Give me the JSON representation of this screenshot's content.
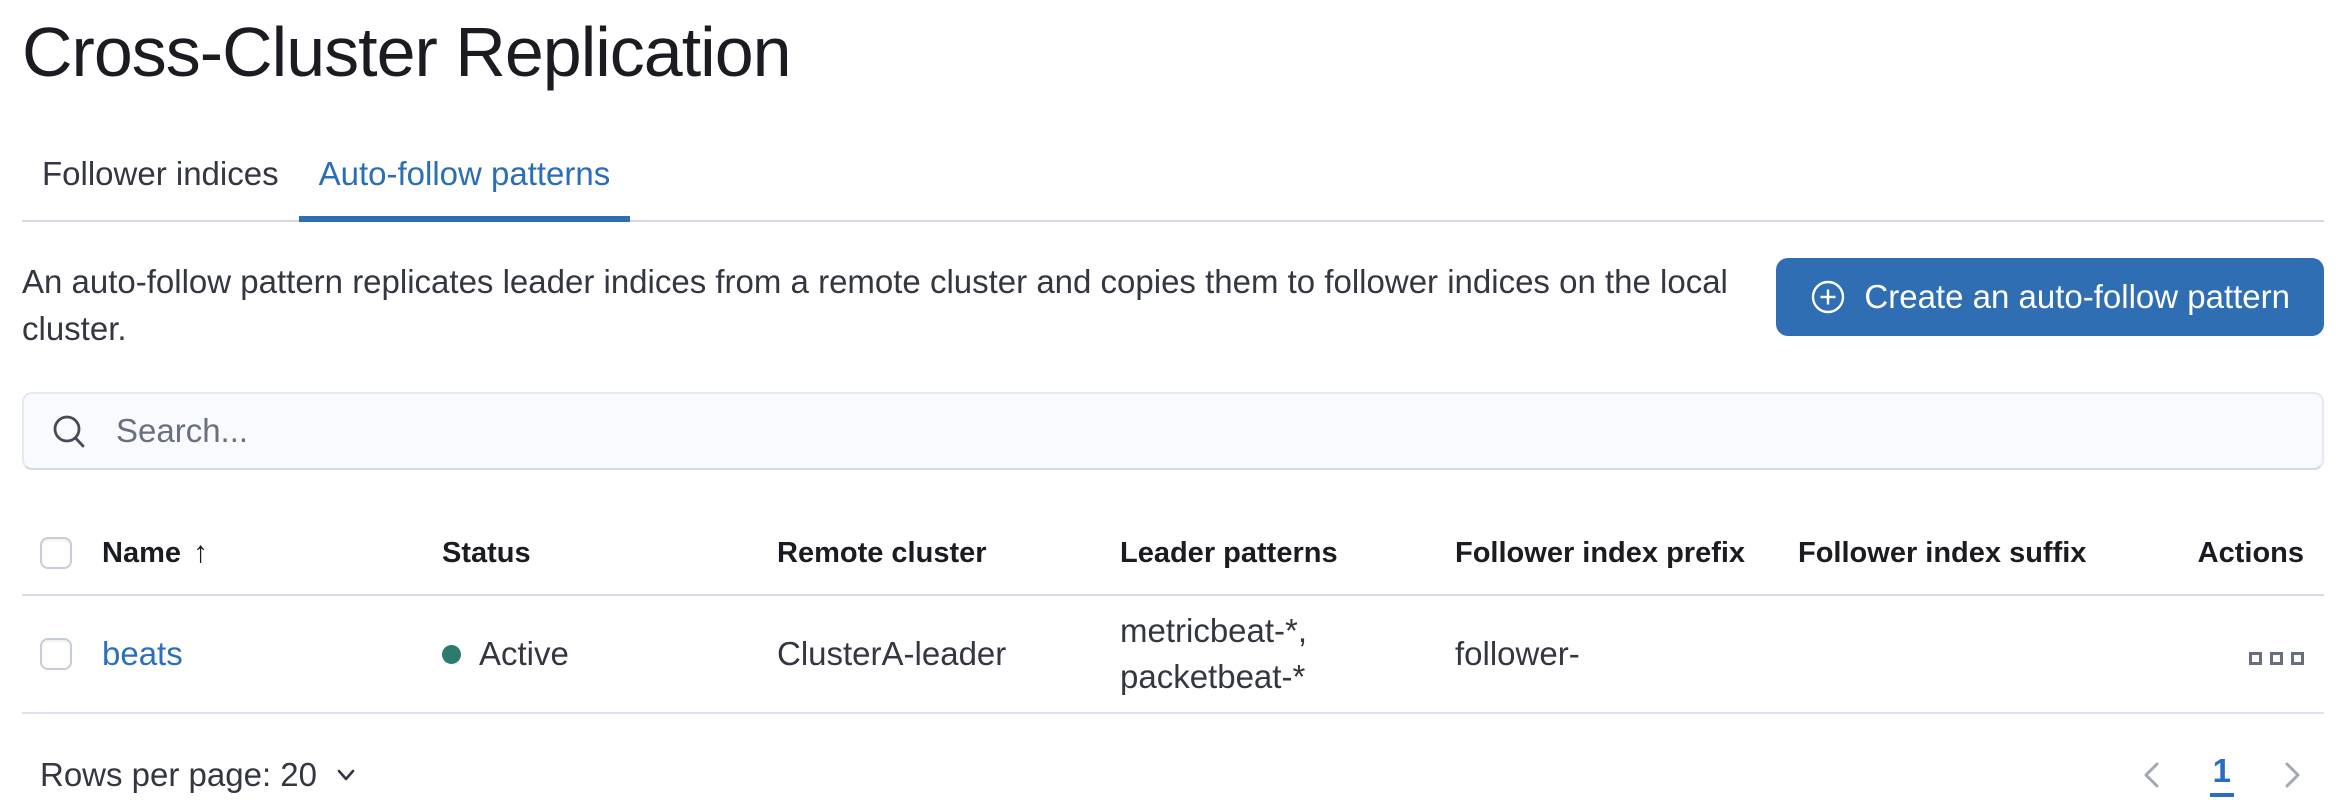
{
  "page": {
    "title": "Cross-Cluster Replication"
  },
  "tabs": [
    {
      "label": "Follower indices",
      "active": false
    },
    {
      "label": "Auto-follow patterns",
      "active": true
    }
  ],
  "header": {
    "description": "An auto-follow pattern replicates leader indices from a remote cluster and copies them to follower indices on the local cluster.",
    "create_button": {
      "label": "Create an auto-follow pattern",
      "icon": "plus-in-circle-icon"
    }
  },
  "search": {
    "placeholder": "Search...",
    "value": "",
    "icon": "search-icon"
  },
  "table": {
    "columns": [
      "Name",
      "Status",
      "Remote cluster",
      "Leader patterns",
      "Follower index prefix",
      "Follower index suffix",
      "Actions"
    ],
    "sort": {
      "column": "Name",
      "direction": "ascending",
      "arrow": "↑"
    },
    "rows": [
      {
        "name": "beats",
        "status": "Active",
        "remote_cluster": "ClusterA-leader",
        "leader_patterns": "metricbeat-*, packetbeat-*",
        "follower_index_prefix": "follower-",
        "follower_index_suffix": "",
        "actions_icon": "boxes-horizontal-icon"
      }
    ]
  },
  "footer": {
    "rows_per_page_label": "Rows per page: 20",
    "pagination": {
      "current_page": "1"
    }
  },
  "colors": {
    "primary_button": "#2f6eb2",
    "active_tab": "#2b6db6",
    "link": "#2b70bb",
    "status_active_dot": "#2d7a6e",
    "border": "#d3dae6",
    "text": "#343741",
    "subdued_text": "#69707d"
  }
}
